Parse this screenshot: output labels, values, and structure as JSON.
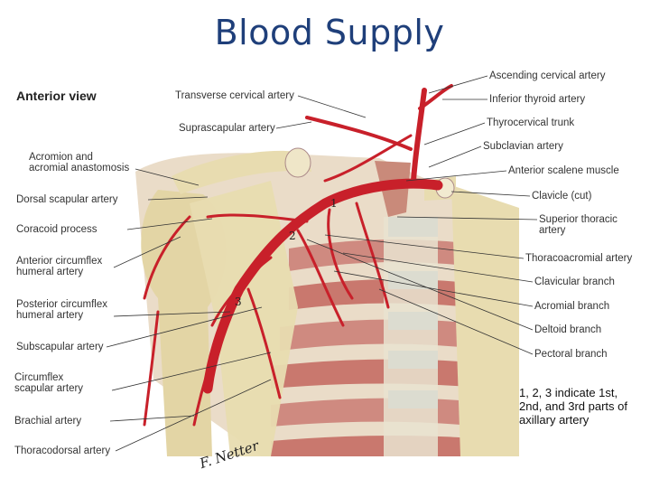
{
  "title": "Blood Supply",
  "view_label": "Anterior view",
  "left_labels": [
    "Transverse cervical artery",
    "Suprascapular artery",
    "Acromion and\nacromial anastomosis",
    "Dorsal scapular artery",
    "Coracoid process",
    "Anterior circumflex\nhumeral artery",
    "Posterior circumflex\nhumeral artery",
    "Subscapular artery",
    "Circumflex\nscapular artery",
    "Brachial artery",
    "Thoracodorsal artery"
  ],
  "right_labels": [
    "Ascending cervical artery",
    "Inferior thyroid artery",
    "Thyrocervical trunk",
    "Subclavian artery",
    "Anterior scalene muscle",
    "Clavicle (cut)",
    "Superior thoracic\nartery",
    "Thoracoacromial artery",
    "Clavicular branch",
    "Acromial branch",
    "Deltoid branch",
    "Pectoral branch"
  ],
  "axillary_parts": [
    "1",
    "2",
    "3"
  ],
  "note": "1, 2, 3 indicate 1st,\n2nd, and 3rd parts of\naxillary artery",
  "signature": "F. Netter",
  "colors": {
    "title": "#1f3f7a",
    "artery": "#c8202a",
    "bone": "#e8dcb0",
    "muscle": "#c98a7a"
  }
}
